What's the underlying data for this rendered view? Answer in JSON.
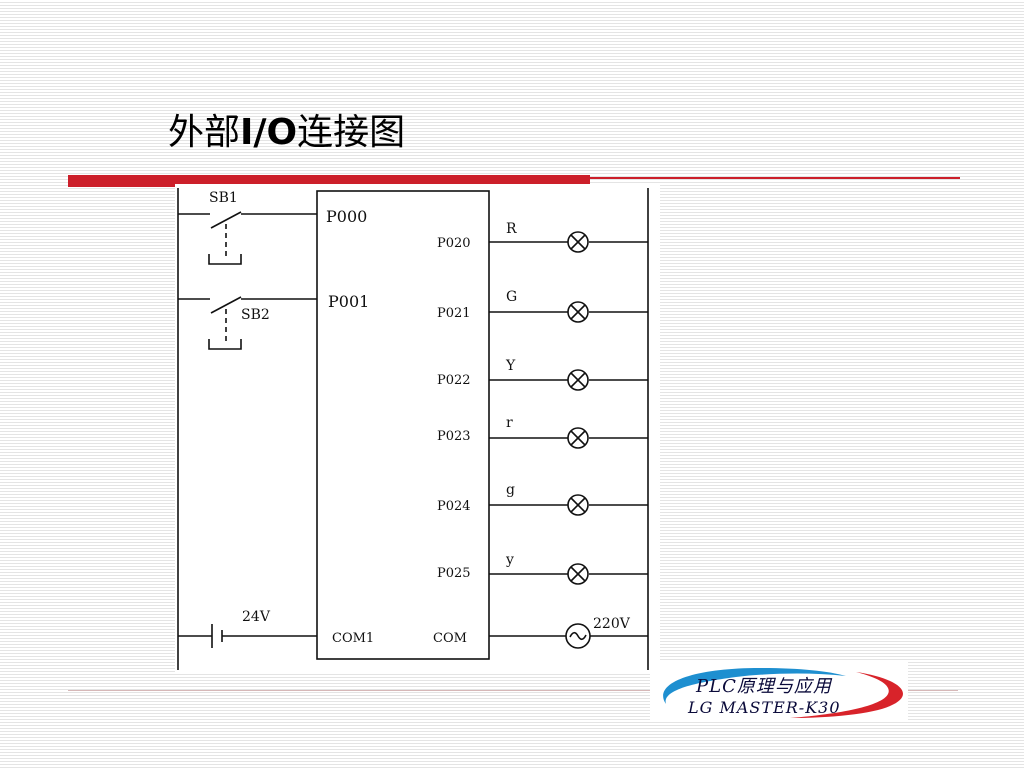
{
  "slide": {
    "title_prefix": "外部",
    "title_bold": "I/O",
    "title_suffix": "连接图"
  },
  "colors": {
    "accent_red": "#cc1f2a",
    "logo_blue": "#1e8fd0",
    "logo_red": "#d8232a"
  },
  "diagram": {
    "switches": [
      "SB1",
      "SB2"
    ],
    "inputs": [
      "P000",
      "P001"
    ],
    "outputs": [
      {
        "terminal": "P020",
        "lamp": "R"
      },
      {
        "terminal": "P021",
        "lamp": "G"
      },
      {
        "terminal": "P022",
        "lamp": "Y"
      },
      {
        "terminal": "P023",
        "lamp": "r"
      },
      {
        "terminal": "P024",
        "lamp": "g"
      },
      {
        "terminal": "P025",
        "lamp": "y"
      }
    ],
    "dc_source": "24V",
    "ac_source": "220V",
    "com1": "COM1",
    "com": "COM"
  },
  "logo": {
    "line1": "PLC原理与应用",
    "line2": "LG MASTER-K30"
  }
}
